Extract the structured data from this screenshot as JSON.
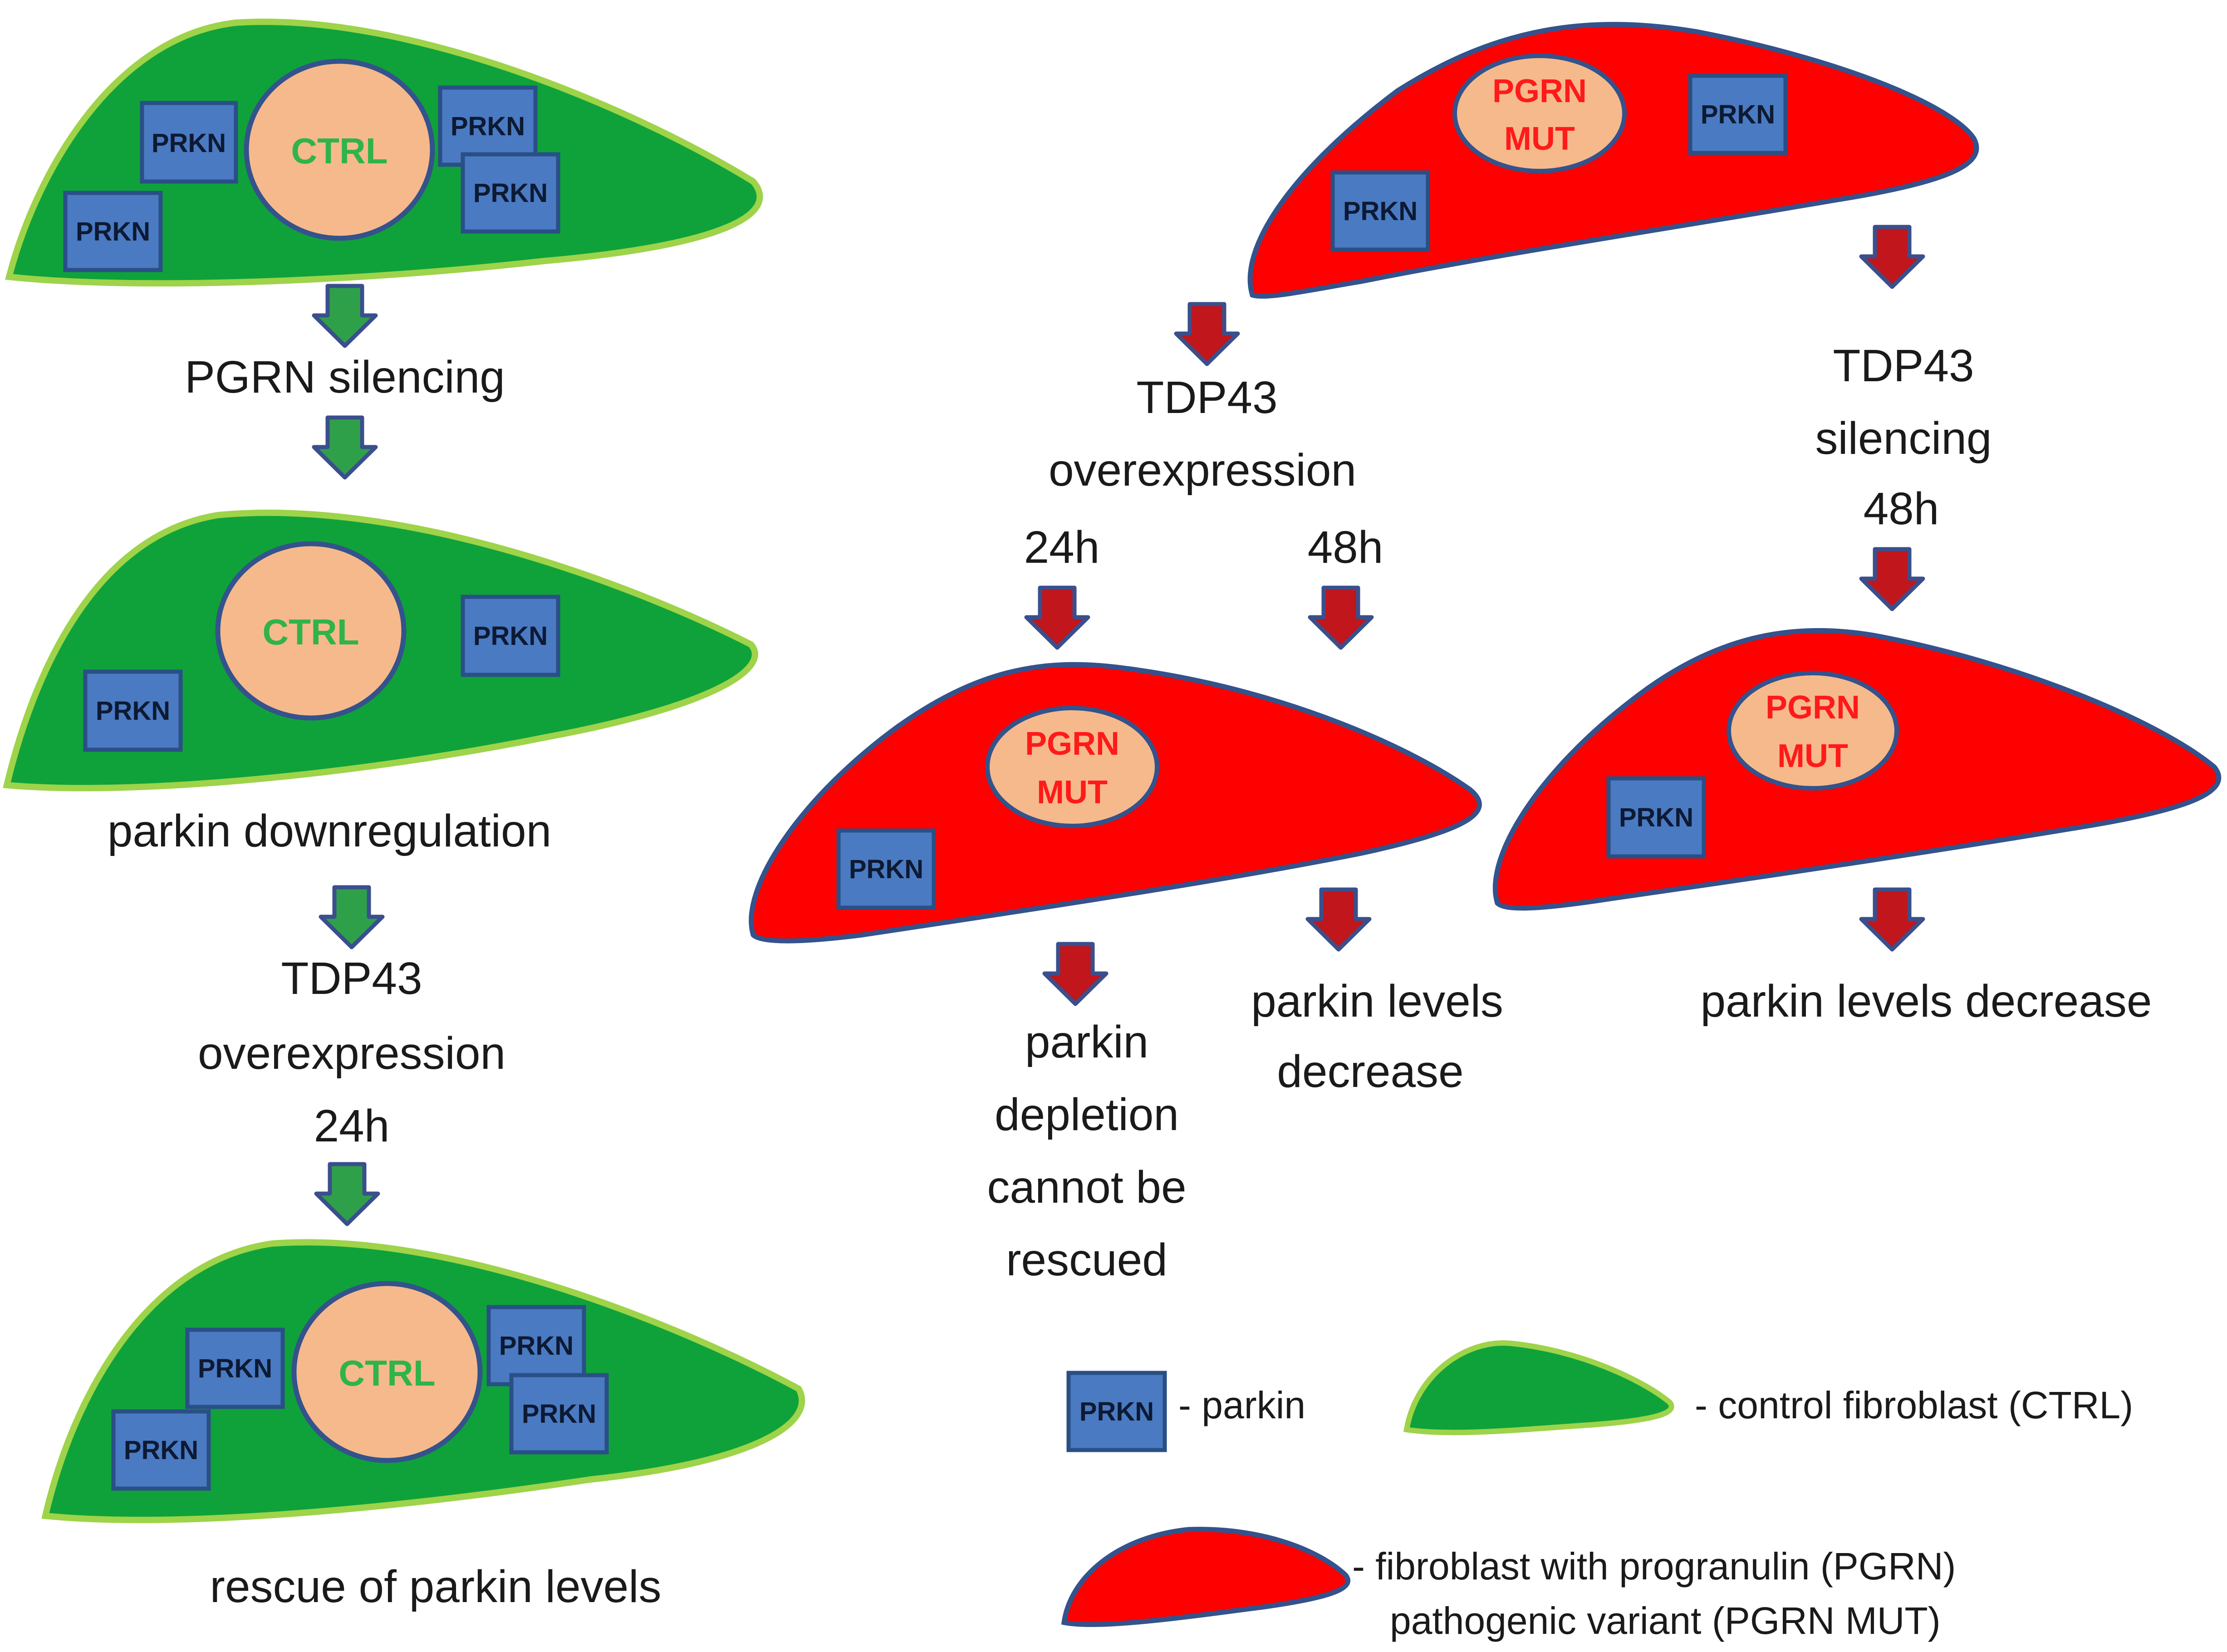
{
  "labels": {
    "prkn": "PRKN",
    "ctrl": "CTRL",
    "pgrn": "PGRN",
    "mut": "MUT"
  },
  "left_column": {
    "step1": "PGRN silencing",
    "step2": "parkin downregulation",
    "step3_line1": "TDP43",
    "step3_line2": "overexpression",
    "step3_line3": "24h",
    "step4": "rescue of parkin levels"
  },
  "middle": {
    "line1": "TDP43",
    "line2": "overexpression",
    "time_a": "24h",
    "time_b": "48h",
    "result_a": [
      "parkin",
      "depletion",
      "cannot be",
      "rescued"
    ],
    "result_b": [
      "parkin levels",
      "decrease"
    ]
  },
  "right": {
    "line1": "TDP43",
    "line2": "silencing",
    "line3": "48h",
    "result": "parkin levels decrease"
  },
  "legend": {
    "prkn": "- parkin",
    "ctrl": "- control fibroblast (CTRL)",
    "mut_line1": "- fibroblast with progranulin (PGRN)",
    "mut_line2": "pathogenic variant (PGRN MUT)"
  },
  "colors": {
    "green_cell": "#0fa23a",
    "green_border": "#9ed34a",
    "red_cell": "#ff0000",
    "red_border": "#34528c",
    "nucleus": "#f6b98c",
    "prkn_fill": "#4a7ac2",
    "prkn_border": "#2a4f86",
    "arrow_green": "#2fa04a",
    "arrow_red": "#c0161c",
    "arrow_border": "#3a4f8c"
  }
}
